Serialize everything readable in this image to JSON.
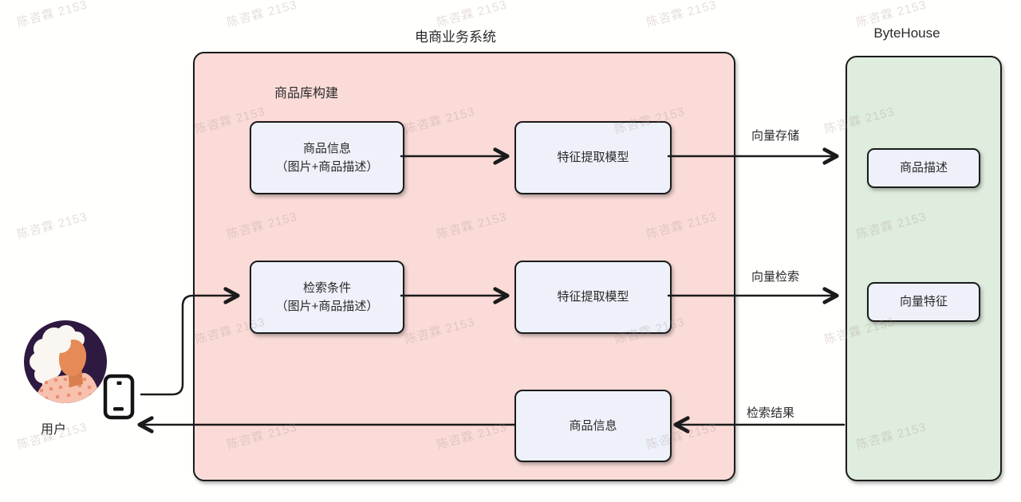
{
  "diagram": {
    "title": "电商业务系统",
    "bytehouse_title": "ByteHouse",
    "pink_section_label": "商品库构建",
    "boxes": {
      "product_info_top": {
        "line1": "商品信息",
        "line2": "（图片+商品描述）"
      },
      "feature_model_top": "特征提取模型",
      "search_condition": {
        "line1": "检索条件",
        "line2": "（图片+商品描述）"
      },
      "feature_model_mid": "特征提取模型",
      "product_info_bottom": "商品信息",
      "product_desc": "商品描述",
      "vector_feature": "向量特征"
    },
    "arrow_labels": {
      "vector_store": "向量存储",
      "vector_search": "向量检索",
      "search_result": "检索结果"
    },
    "user_label": "用户",
    "watermark": {
      "text": "陈咨霖 2153"
    },
    "colors": {
      "pink": "#fadbd8",
      "green": "#deeddd",
      "box_fill": "#eef1f9",
      "line": "#1b1b1b"
    }
  }
}
